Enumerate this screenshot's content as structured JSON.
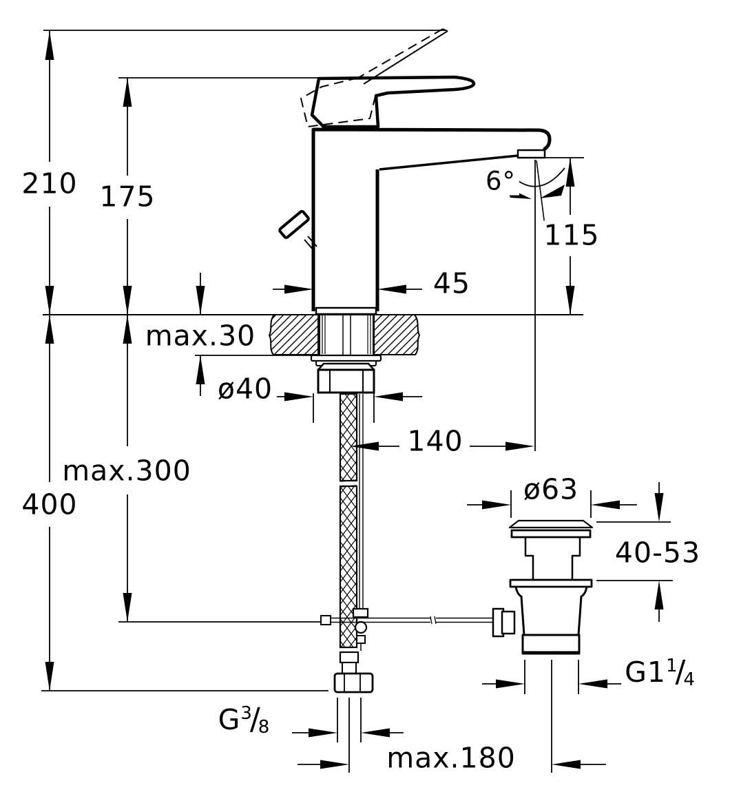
{
  "colors": {
    "ink": "#000000",
    "paper": "#ffffff"
  },
  "dimensions": {
    "overall_height": "210",
    "handle_top_height": "175",
    "spout_outlet_height": "115",
    "spout_angle": "6°",
    "body_width": "45",
    "deck_thickness": "max.30",
    "mounting_hole_diameter": "ø40",
    "spout_reach": "140",
    "hose_length": "max.300",
    "overall_reach_below": "400",
    "waste_flange_diameter": "ø63",
    "waste_adjust_range": "40-53",
    "pop_up_rod_reach": "max.180",
    "supply_thread": {
      "prefix": "G",
      "numerator": "3",
      "denominator": "8"
    },
    "waste_thread": {
      "prefix": "G1",
      "numerator": "1",
      "denominator": "4"
    }
  }
}
